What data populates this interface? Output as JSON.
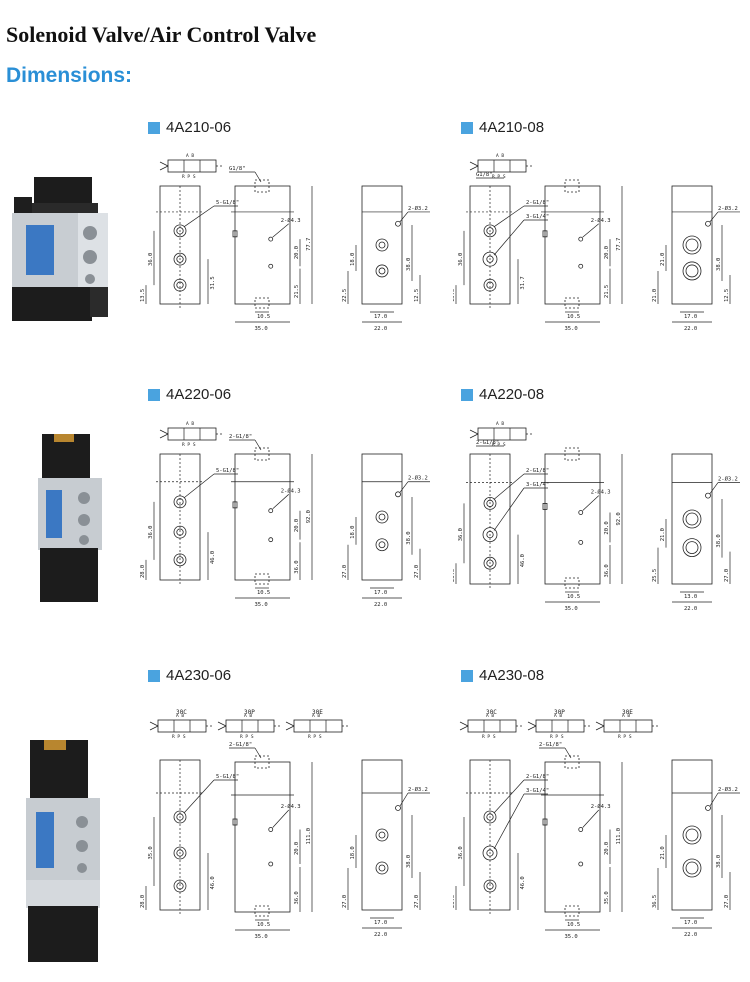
{
  "page_title": "Solenoid Valve/Air Control Valve",
  "section_title": "Dimensions:",
  "models": [
    {
      "id": "4A210-06",
      "symbols": [
        {
          "tag": "",
          "labels": [
            "A B",
            "R P S"
          ]
        }
      ],
      "front": {
        "top_label": "",
        "ports": [
          "5-G1/8\""
        ],
        "dims_left": [
          "36.0",
          "13.5"
        ],
        "dims_right": [
          "31.5"
        ]
      },
      "side": {
        "top_label": "G1/8\"",
        "hole": "2-Ø4.3",
        "dims": [
          "20.0",
          "77.7",
          "21.5"
        ],
        "bottom": [
          "10.5",
          "35.0"
        ]
      },
      "end": {
        "hole": "2-Ø3.2",
        "dims_left": [
          "18.0",
          "22.5"
        ],
        "dims_right": [
          "38.0",
          "12.5"
        ],
        "bottom": [
          "17.0",
          "22.0"
        ]
      }
    },
    {
      "id": "4A210-08",
      "symbols": [
        {
          "tag": "",
          "labels": [
            "A B",
            "R P S"
          ]
        }
      ],
      "front": {
        "top_label": "G1/8\"",
        "ports": [
          "2-G1/8\"",
          "3-G1/4\""
        ],
        "dims_left": [
          "36.0",
          "13.5"
        ],
        "dims_right": [
          "31.7"
        ]
      },
      "side": {
        "top_label": "",
        "hole": "2-Ø4.3",
        "dims": [
          "20.0",
          "77.7",
          "21.5"
        ],
        "bottom": [
          "10.5",
          "35.0"
        ]
      },
      "end": {
        "hole": "2-Ø3.2",
        "dims_left": [
          "21.0",
          "21.0"
        ],
        "dims_right": [
          "38.0",
          "12.5"
        ],
        "bottom": [
          "17.0",
          "22.0"
        ]
      }
    },
    {
      "id": "4A220-06",
      "symbols": [
        {
          "tag": "",
          "labels": [
            "A B",
            "R P S"
          ]
        }
      ],
      "front": {
        "top_label": "",
        "ports": [
          "5-G1/8\""
        ],
        "dims_left": [
          "36.0",
          "28.0"
        ],
        "dims_right": [
          "46.0"
        ]
      },
      "side": {
        "top_label": "2-G1/8\"",
        "hole": "2-Ø4.3",
        "dims": [
          "20.0",
          "92.0",
          "36.0"
        ],
        "bottom": [
          "10.5",
          "35.0"
        ]
      },
      "end": {
        "hole": "2-Ø3.2",
        "dims_left": [
          "18.0",
          "27.0"
        ],
        "dims_right": [
          "38.0",
          "27.0"
        ],
        "bottom": [
          "17.0",
          "22.0"
        ]
      }
    },
    {
      "id": "4A220-08",
      "symbols": [
        {
          "tag": "",
          "labels": [
            "A B",
            "R P S"
          ]
        }
      ],
      "front": {
        "top_label": "2-G1/8\"",
        "ports": [
          "2-G1/8\"",
          "3-G1/4\""
        ],
        "dims_left": [
          "36.0",
          "28.0"
        ],
        "dims_right": [
          "46.0"
        ]
      },
      "side": {
        "top_label": "",
        "hole": "2-Ø4.3",
        "dims": [
          "20.0",
          "92.0",
          "36.0"
        ],
        "bottom": [
          "10.5",
          "35.0"
        ]
      },
      "end": {
        "hole": "2-Ø3.2",
        "dims_left": [
          "21.0",
          "25.5"
        ],
        "dims_right": [
          "38.0",
          "27.0"
        ],
        "bottom": [
          "13.0",
          "22.0"
        ]
      }
    },
    {
      "id": "4A230-06",
      "symbols": [
        {
          "tag": "30C",
          "labels": [
            "A B",
            "R P S"
          ]
        },
        {
          "tag": "30P",
          "labels": [
            "A B",
            "R P S"
          ]
        },
        {
          "tag": "30E",
          "labels": [
            "A B",
            "R P S"
          ]
        }
      ],
      "front": {
        "top_label": "",
        "ports": [
          "5-G1/8\""
        ],
        "dims_left": [
          "35.0",
          "28.0"
        ],
        "dims_right": [
          "46.0"
        ]
      },
      "side": {
        "top_label": "2-G1/8\"",
        "hole": "2-Ø4.3",
        "dims": [
          "20.0",
          "111.0",
          "36.0"
        ],
        "bottom": [
          "10.5",
          "35.0"
        ]
      },
      "end": {
        "hole": "2-Ø3.2",
        "dims_left": [
          "18.0",
          "27.0"
        ],
        "dims_right": [
          "38.0",
          "27.0"
        ],
        "bottom": [
          "17.0",
          "22.0"
        ]
      }
    },
    {
      "id": "4A230-08",
      "symbols": [
        {
          "tag": "30C",
          "labels": [
            "A B",
            "R P S"
          ]
        },
        {
          "tag": "30P",
          "labels": [
            "A B",
            "R P S"
          ]
        },
        {
          "tag": "30E",
          "labels": [
            "A B",
            "R P S"
          ]
        }
      ],
      "front": {
        "top_label": "",
        "ports": [
          "2-G1/8\"",
          "3-G1/4\""
        ],
        "dims_left": [
          "36.0",
          "28.0"
        ],
        "dims_right": [
          "46.0"
        ]
      },
      "side": {
        "top_label": "2-G1/8\"",
        "hole": "2-Ø4.3",
        "dims": [
          "20.0",
          "111.0",
          "35.0"
        ],
        "bottom": [
          "10.5",
          "35.0"
        ]
      },
      "end": {
        "hole": "2-Ø3.2",
        "dims_left": [
          "21.0",
          "36.5"
        ],
        "dims_right": [
          "38.0",
          "27.0"
        ],
        "bottom": [
          "17.0",
          "22.0"
        ]
      }
    }
  ],
  "colors": {
    "accent": "#4aa3df",
    "title_blue": "#2a8fd6",
    "line": "#222222"
  }
}
